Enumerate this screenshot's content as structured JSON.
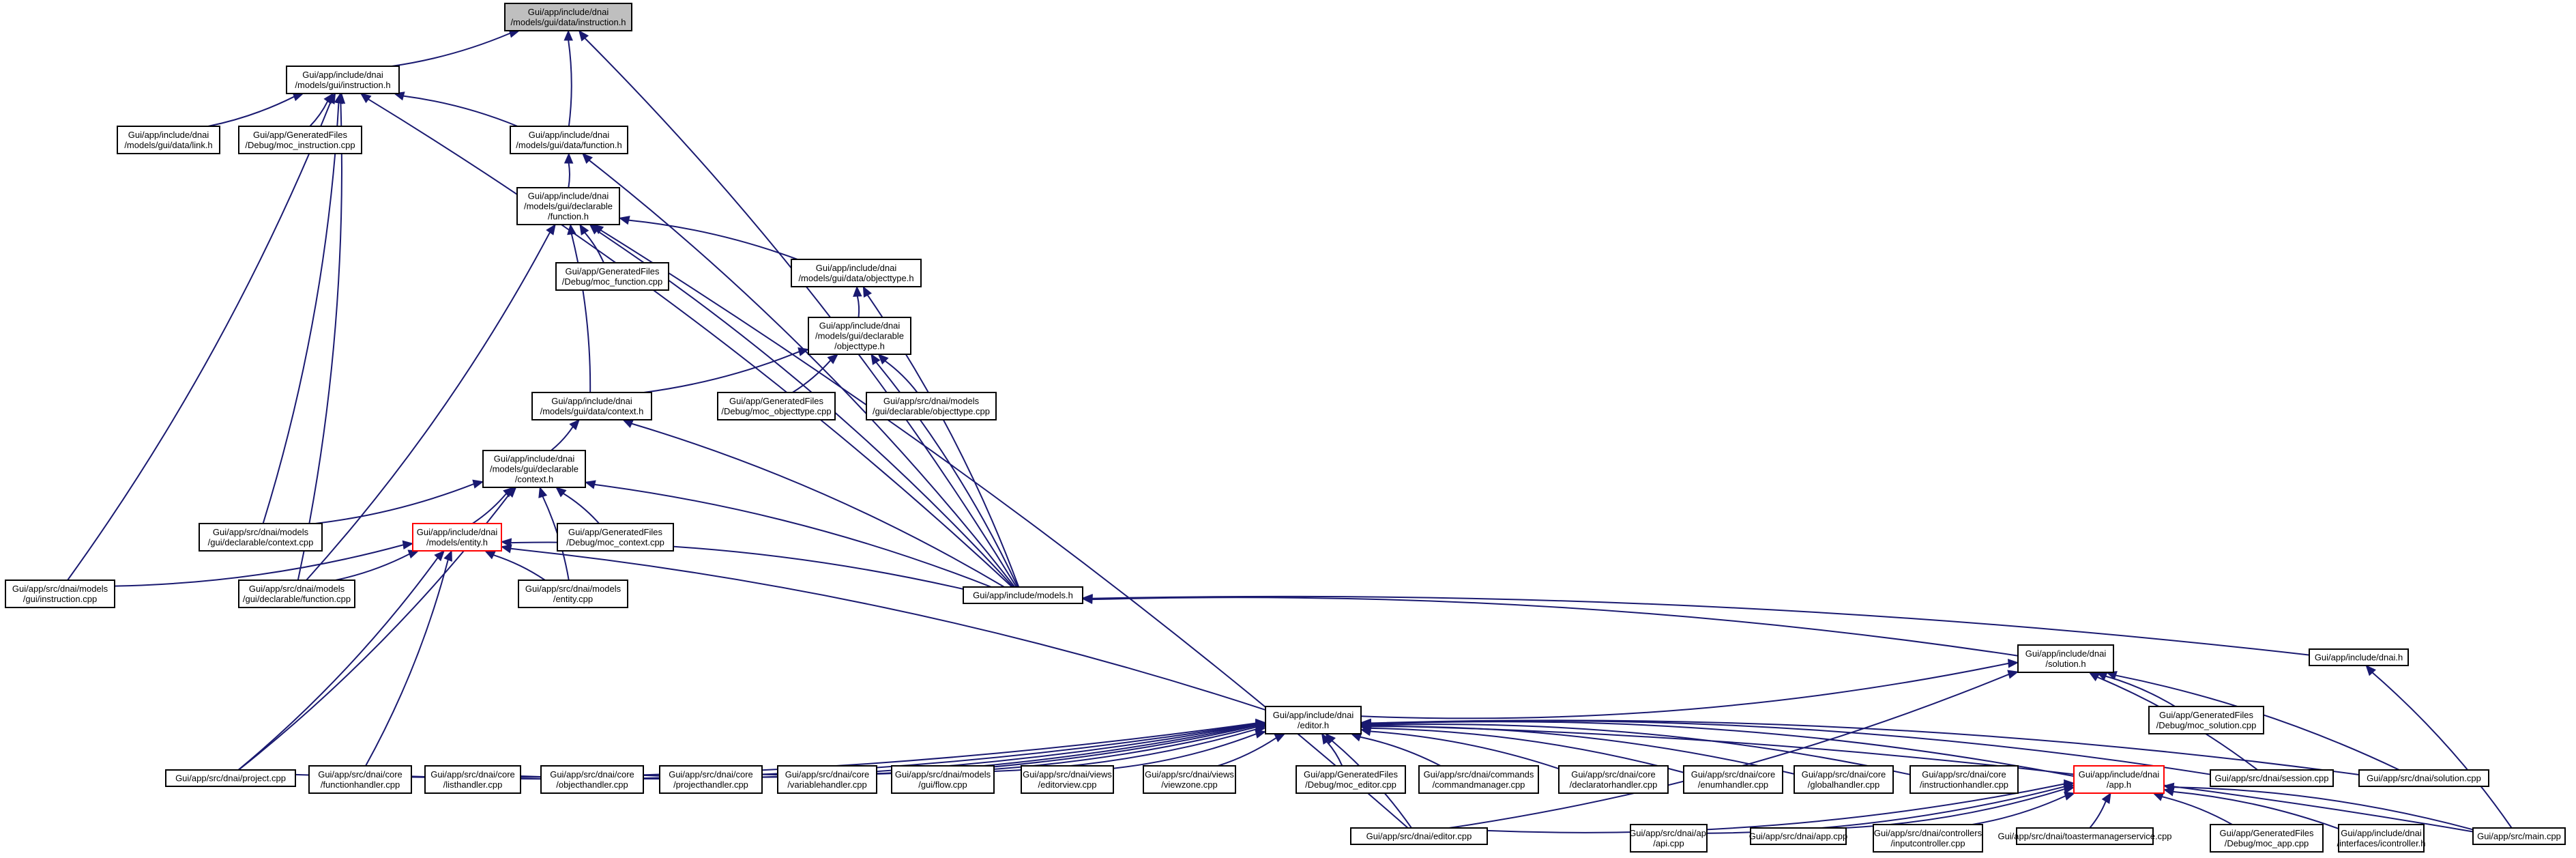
{
  "colors": {
    "edge": "#191970",
    "node_border": "#000000",
    "root_fill": "#bfbfbf",
    "incomplete_border": "#ff0000"
  },
  "nodes": [
    {
      "id": "n0",
      "lines": [
        "Gui/app/include/dnai",
        "/models/gui/data/instruction.h"
      ],
      "style": "root"
    },
    {
      "id": "n1",
      "lines": [
        "Gui/app/include/dnai",
        "/models/gui/instruction.h"
      ]
    },
    {
      "id": "n2",
      "lines": [
        "Gui/app/include/dnai",
        "/models/gui/data/link.h"
      ]
    },
    {
      "id": "n3",
      "lines": [
        "Gui/app/GeneratedFiles",
        "/Debug/moc_instruction.cpp"
      ]
    },
    {
      "id": "n4",
      "lines": [
        "Gui/app/include/dnai",
        "/models/gui/data/function.h"
      ]
    },
    {
      "id": "n5",
      "lines": [
        "Gui/app/include/dnai",
        "/models/gui/declarable",
        "/function.h"
      ]
    },
    {
      "id": "n6",
      "lines": [
        "Gui/app/GeneratedFiles",
        "/Debug/moc_function.cpp"
      ]
    },
    {
      "id": "n7",
      "lines": [
        "Gui/app/include/dnai",
        "/models/gui/data/objecttype.h"
      ]
    },
    {
      "id": "n8",
      "lines": [
        "Gui/app/include/dnai",
        "/models/gui/declarable",
        "/objecttype.h"
      ]
    },
    {
      "id": "n9",
      "lines": [
        "Gui/app/include/dnai",
        "/models/gui/data/context.h"
      ]
    },
    {
      "id": "n10",
      "lines": [
        "Gui/app/GeneratedFiles",
        "/Debug/moc_objecttype.cpp"
      ]
    },
    {
      "id": "n11",
      "lines": [
        "Gui/app/src/dnai/models",
        "/gui/declarable/objecttype.cpp"
      ]
    },
    {
      "id": "n12",
      "lines": [
        "Gui/app/include/dnai",
        "/models/gui/declarable",
        "/context.h"
      ]
    },
    {
      "id": "n13",
      "lines": [
        "Gui/app/src/dnai/models",
        "/gui/declarable/context.cpp"
      ]
    },
    {
      "id": "n14",
      "lines": [
        "Gui/app/include/dnai",
        "/models/entity.h"
      ],
      "style": "red"
    },
    {
      "id": "n15",
      "lines": [
        "Gui/app/GeneratedFiles",
        "/Debug/moc_context.cpp"
      ]
    },
    {
      "id": "n16",
      "lines": [
        "Gui/app/src/dnai/models",
        "/gui/instruction.cpp"
      ]
    },
    {
      "id": "n17",
      "lines": [
        "Gui/app/src/dnai/models",
        "/gui/declarable/function.cpp"
      ]
    },
    {
      "id": "n18",
      "lines": [
        "Gui/app/src/dnai/models",
        "/entity.cpp"
      ]
    },
    {
      "id": "n19",
      "lines": [
        "Gui/app/include/models.h"
      ]
    },
    {
      "id": "n20",
      "lines": [
        "Gui/app/include/dnai",
        "/solution.h"
      ]
    },
    {
      "id": "n21",
      "lines": [
        "Gui/app/include/dnai.h"
      ]
    },
    {
      "id": "n22",
      "lines": [
        "Gui/app/GeneratedFiles",
        "/Debug/moc_solution.cpp"
      ]
    },
    {
      "id": "n23",
      "lines": [
        "Gui/app/include/dnai",
        "/editor.h"
      ]
    },
    {
      "id": "n24",
      "lines": [
        "Gui/app/src/dnai/project.cpp"
      ]
    },
    {
      "id": "n25",
      "lines": [
        "Gui/app/src/dnai/core",
        "/functionhandler.cpp"
      ]
    },
    {
      "id": "n26",
      "lines": [
        "Gui/app/src/dnai/core",
        "/listhandler.cpp"
      ]
    },
    {
      "id": "n27",
      "lines": [
        "Gui/app/src/dnai/core",
        "/objecthandler.cpp"
      ]
    },
    {
      "id": "n28",
      "lines": [
        "Gui/app/src/dnai/core",
        "/projecthandler.cpp"
      ]
    },
    {
      "id": "n29",
      "lines": [
        "Gui/app/src/dnai/core",
        "/variablehandler.cpp"
      ]
    },
    {
      "id": "n30",
      "lines": [
        "Gui/app/src/dnai/models",
        "/gui/flow.cpp"
      ]
    },
    {
      "id": "n31",
      "lines": [
        "Gui/app/src/dnai/views",
        "/editorview.cpp"
      ]
    },
    {
      "id": "n32",
      "lines": [
        "Gui/app/src/dnai/views",
        "/viewzone.cpp"
      ]
    },
    {
      "id": "n33",
      "lines": [
        "Gui/app/GeneratedFiles",
        "/Debug/moc_editor.cpp"
      ]
    },
    {
      "id": "n34",
      "lines": [
        "Gui/app/src/dnai/commands",
        "/commandmanager.cpp"
      ]
    },
    {
      "id": "n35",
      "lines": [
        "Gui/app/src/dnai/core",
        "/declaratorhandler.cpp"
      ]
    },
    {
      "id": "n36",
      "lines": [
        "Gui/app/src/dnai/core",
        "/enumhandler.cpp"
      ]
    },
    {
      "id": "n37",
      "lines": [
        "Gui/app/src/dnai/core",
        "/globalhandler.cpp"
      ]
    },
    {
      "id": "n38",
      "lines": [
        "Gui/app/src/dnai/core",
        "/instructionhandler.cpp"
      ]
    },
    {
      "id": "n39",
      "lines": [
        "Gui/app/include/dnai",
        "/app.h"
      ],
      "style": "red"
    },
    {
      "id": "n40",
      "lines": [
        "Gui/app/src/dnai/session.cpp"
      ]
    },
    {
      "id": "n41",
      "lines": [
        "Gui/app/src/dnai/solution.cpp"
      ]
    },
    {
      "id": "n42",
      "lines": [
        "Gui/app/src/dnai/editor.cpp"
      ]
    },
    {
      "id": "n43",
      "lines": [
        "Gui/app/src/dnai/api",
        "/api.cpp"
      ]
    },
    {
      "id": "n44",
      "lines": [
        "Gui/app/src/dnai/app.cpp"
      ]
    },
    {
      "id": "n45",
      "lines": [
        "Gui/app/src/dnai/controllers",
        "/inputcontroller.cpp"
      ]
    },
    {
      "id": "n46",
      "lines": [
        "Gui/app/src/dnai/toastermanagerservice.cpp"
      ]
    },
    {
      "id": "n47",
      "lines": [
        "Gui/app/GeneratedFiles",
        "/Debug/moc_app.cpp"
      ]
    },
    {
      "id": "n48",
      "lines": [
        "Gui/app/include/dnai",
        "/interfaces/icontroller.h"
      ]
    },
    {
      "id": "n49",
      "lines": [
        "Gui/app/src/main.cpp"
      ]
    }
  ],
  "edges": [
    {
      "from": "n1",
      "to": "n0"
    },
    {
      "from": "n4",
      "to": "n0"
    },
    {
      "from": "n19",
      "to": "n0"
    },
    {
      "from": "n2",
      "to": "n1"
    },
    {
      "from": "n3",
      "to": "n1"
    },
    {
      "from": "n4",
      "to": "n1"
    },
    {
      "from": "n13",
      "to": "n1"
    },
    {
      "from": "n16",
      "to": "n1"
    },
    {
      "from": "n17",
      "to": "n1"
    },
    {
      "from": "n19",
      "to": "n1"
    },
    {
      "from": "n5",
      "to": "n4"
    },
    {
      "from": "n19",
      "to": "n4"
    },
    {
      "from": "n6",
      "to": "n5"
    },
    {
      "from": "n7",
      "to": "n5"
    },
    {
      "from": "n9",
      "to": "n5"
    },
    {
      "from": "n17",
      "to": "n5"
    },
    {
      "from": "n42",
      "to": "n5"
    },
    {
      "from": "n19",
      "to": "n5"
    },
    {
      "from": "n8",
      "to": "n7"
    },
    {
      "from": "n19",
      "to": "n7"
    },
    {
      "from": "n9",
      "to": "n8"
    },
    {
      "from": "n10",
      "to": "n8"
    },
    {
      "from": "n11",
      "to": "n8"
    },
    {
      "from": "n19",
      "to": "n8"
    },
    {
      "from": "n12",
      "to": "n9"
    },
    {
      "from": "n19",
      "to": "n9"
    },
    {
      "from": "n13",
      "to": "n12"
    },
    {
      "from": "n14",
      "to": "n12"
    },
    {
      "from": "n15",
      "to": "n12"
    },
    {
      "from": "n18",
      "to": "n12"
    },
    {
      "from": "n24",
      "to": "n12"
    },
    {
      "from": "n19",
      "to": "n12"
    },
    {
      "from": "n16",
      "to": "n14"
    },
    {
      "from": "n17",
      "to": "n14"
    },
    {
      "from": "n18",
      "to": "n14"
    },
    {
      "from": "n19",
      "to": "n14"
    },
    {
      "from": "n24",
      "to": "n14"
    },
    {
      "from": "n25",
      "to": "n14"
    },
    {
      "from": "n23",
      "to": "n14"
    },
    {
      "from": "n20",
      "to": "n19"
    },
    {
      "from": "n21",
      "to": "n19"
    },
    {
      "from": "n23",
      "to": "n20"
    },
    {
      "from": "n22",
      "to": "n20"
    },
    {
      "from": "n40",
      "to": "n20"
    },
    {
      "from": "n41",
      "to": "n20"
    },
    {
      "from": "n42",
      "to": "n20"
    },
    {
      "from": "n49",
      "to": "n21"
    },
    {
      "from": "n24",
      "to": "n23"
    },
    {
      "from": "n25",
      "to": "n23"
    },
    {
      "from": "n26",
      "to": "n23"
    },
    {
      "from": "n27",
      "to": "n23"
    },
    {
      "from": "n28",
      "to": "n23"
    },
    {
      "from": "n29",
      "to": "n23"
    },
    {
      "from": "n30",
      "to": "n23"
    },
    {
      "from": "n31",
      "to": "n23"
    },
    {
      "from": "n32",
      "to": "n23"
    },
    {
      "from": "n33",
      "to": "n23"
    },
    {
      "from": "n34",
      "to": "n23"
    },
    {
      "from": "n35",
      "to": "n23"
    },
    {
      "from": "n36",
      "to": "n23"
    },
    {
      "from": "n37",
      "to": "n23"
    },
    {
      "from": "n38",
      "to": "n23"
    },
    {
      "from": "n39",
      "to": "n23"
    },
    {
      "from": "n40",
      "to": "n23"
    },
    {
      "from": "n41",
      "to": "n23"
    },
    {
      "from": "n42",
      "to": "n23"
    },
    {
      "from": "n49",
      "to": "n23"
    },
    {
      "from": "n42",
      "to": "n39"
    },
    {
      "from": "n43",
      "to": "n39"
    },
    {
      "from": "n44",
      "to": "n39"
    },
    {
      "from": "n45",
      "to": "n39"
    },
    {
      "from": "n46",
      "to": "n39"
    },
    {
      "from": "n47",
      "to": "n39"
    },
    {
      "from": "n48",
      "to": "n39"
    },
    {
      "from": "n49",
      "to": "n39"
    }
  ]
}
